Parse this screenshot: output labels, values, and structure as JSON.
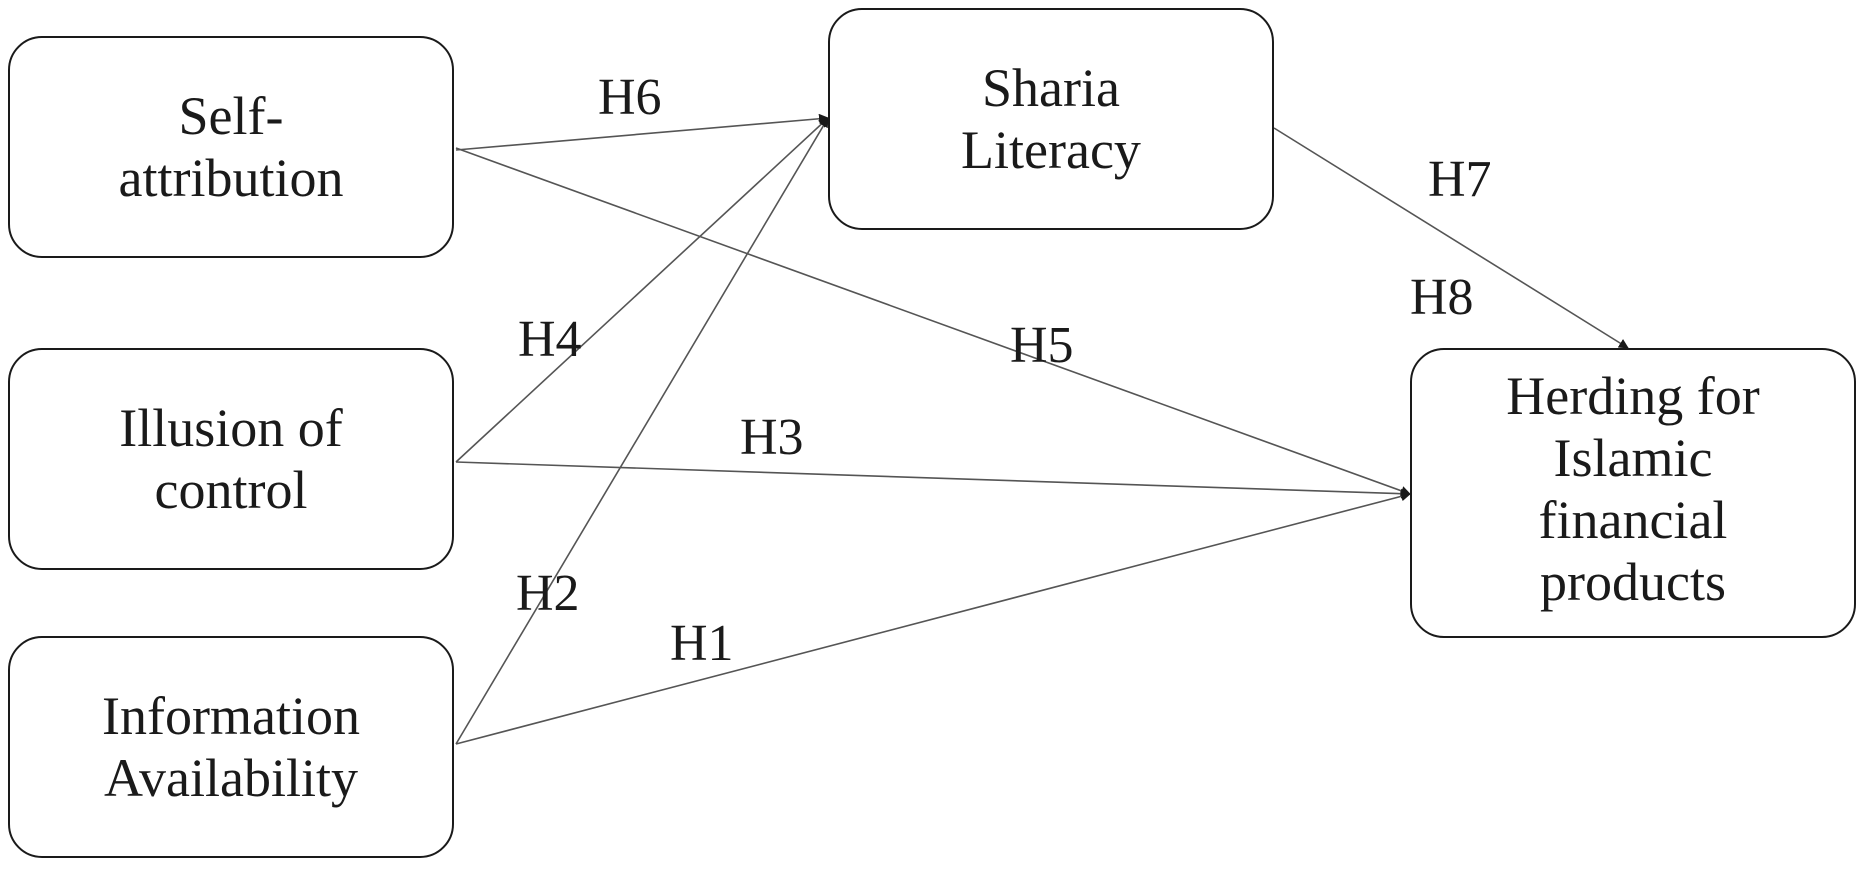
{
  "constructs": {
    "self_attribution": "Self-\nattribution",
    "illusion_of_control": "Illusion of\ncontrol",
    "information_availability": "Information\nAvailability",
    "sharia_literacy": "Sharia\nLiteracy",
    "herding": "Herding for\nIslamic\nfinancial\nproducts"
  },
  "hypotheses": {
    "h1": "H1",
    "h2": "H2",
    "h3": "H3",
    "h4": "H4",
    "h5": "H5",
    "h6": "H6",
    "h7": "H7",
    "h8": "H8"
  },
  "colors": {
    "line": "#555555",
    "box_border": "#1a1a1a"
  }
}
